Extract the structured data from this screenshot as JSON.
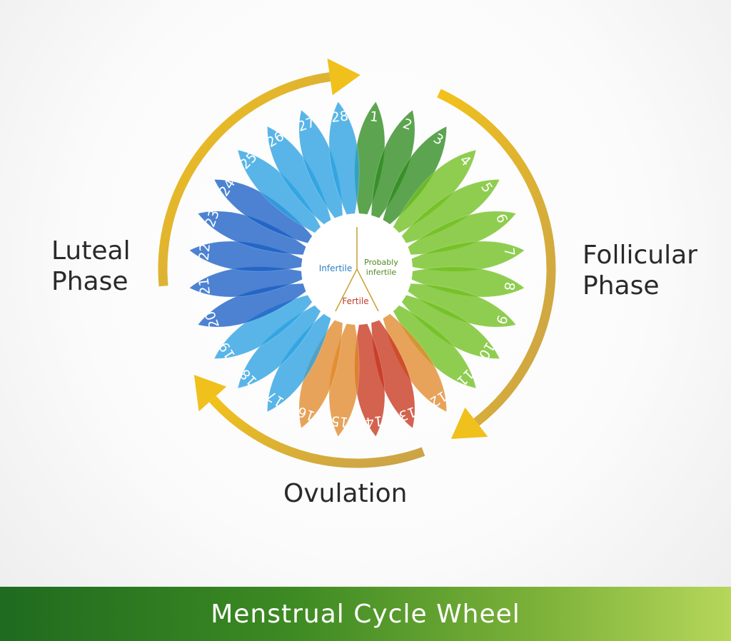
{
  "title": "Menstrual Cycle Wheel",
  "phases": {
    "luteal": "Luteal\nPhase",
    "follicular": "Follicular\nPhase",
    "ovulation": "Ovulation"
  },
  "center": {
    "infertile": "Infertile",
    "probably_infertile_line1": "Probably",
    "probably_infertile_line2": "infertile",
    "fertile": "Fertile"
  },
  "days": [
    "1",
    "2",
    "3",
    "4",
    "5",
    "6",
    "7",
    "8",
    "9",
    "10",
    "11",
    "12",
    "13",
    "14",
    "15",
    "16",
    "17",
    "18",
    "19",
    "20",
    "21",
    "22",
    "23",
    "24",
    "25",
    "26",
    "27",
    "28"
  ],
  "colors": {
    "follicular_green": "#6fbf1f",
    "probably_infertile_green": "#2e8a1e",
    "fertile_orange": "#e0892a",
    "ovulation_red": "#c6361c",
    "luteal_blue": "#1a5fc4",
    "light_blue": "#2aa0e0",
    "arrow_gold": "#e8b417",
    "footer_green": "#3d8a23"
  }
}
